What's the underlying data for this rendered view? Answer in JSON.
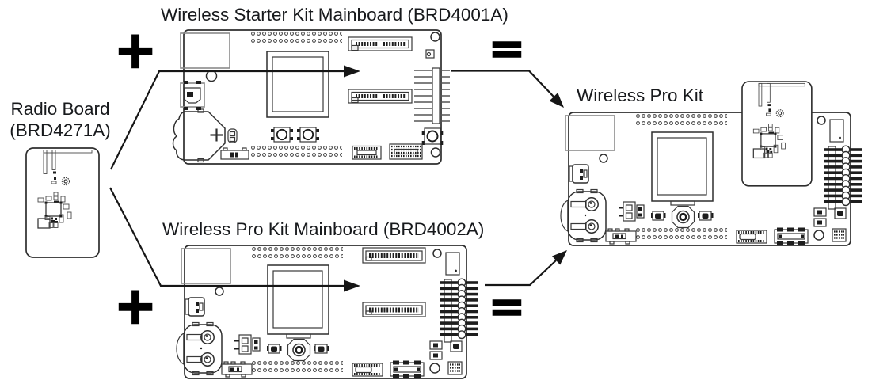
{
  "diagram": {
    "background": "#ffffff",
    "radio_board": {
      "label_line1": "Radio Board",
      "label_line2": "(BRD4271A)"
    },
    "starter_kit_mainboard": {
      "label": "Wireless Starter Kit Mainboard (BRD4001A)"
    },
    "pro_kit_mainboard": {
      "label": "Wireless Pro Kit Mainboard (BRD4002A)"
    },
    "pro_kit": {
      "label": "Wireless Pro Kit"
    },
    "operators": {
      "plus_top": "+",
      "plus_bottom": "+",
      "equals_top": "=",
      "equals_bottom": "="
    },
    "colors": {
      "text": "#17191c",
      "line_art": "#2e2e2e",
      "gray_outline": "#8a8a8a",
      "flow_line": "#161616"
    }
  }
}
